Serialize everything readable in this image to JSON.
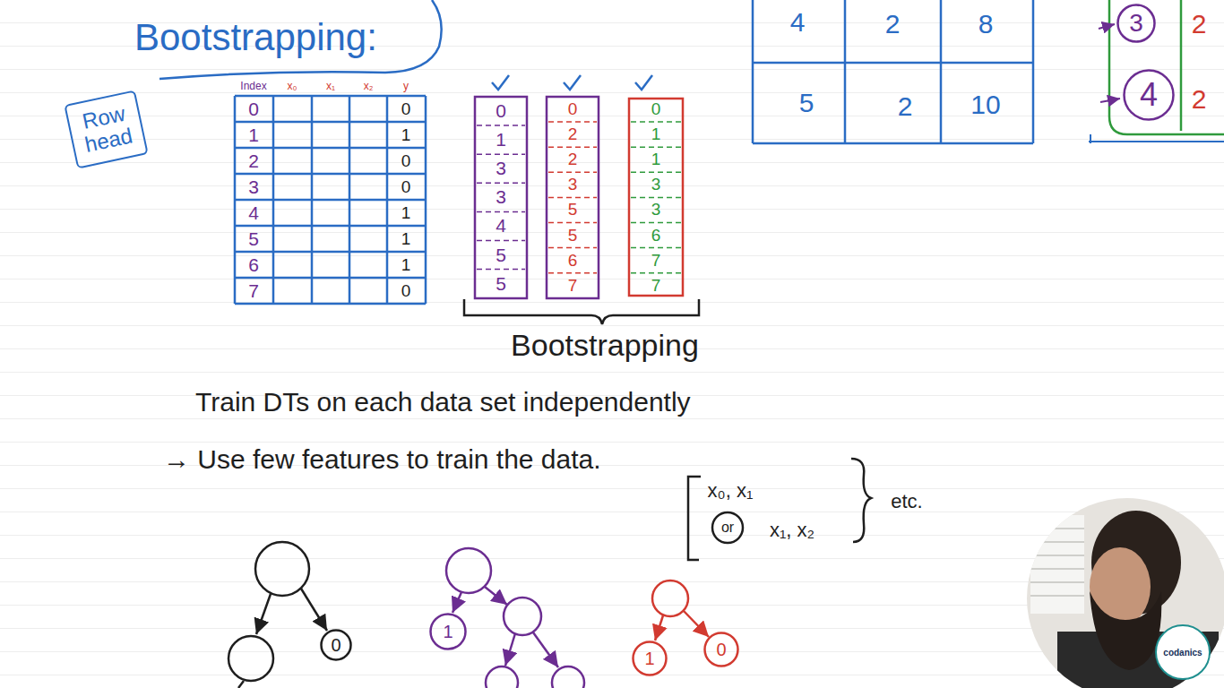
{
  "diagram": {
    "title": "Bootstrapping:",
    "nodes": [
      {
        "text": [
          "Row head"
        ]
      },
      {
        "text": [
          "0"
        ]
      },
      {
        "text": [
          "1"
        ]
      },
      {
        "text": [
          "1"
        ]
      },
      {
        "text": [
          "0"
        ]
      },
      {
        "text": [
          "3"
        ]
      },
      {
        "text": [
          "4"
        ]
      }
    ],
    "labels": [
      "Index",
      "x₀",
      "x₁",
      "x₂",
      "y",
      "0",
      "1",
      "2",
      "3",
      "4",
      "5",
      "6",
      "7",
      "0",
      "1",
      "0",
      "0",
      "1",
      "1",
      "1",
      "0",
      "0",
      "1",
      "3",
      "3",
      "4",
      "5",
      "5",
      "0",
      "2",
      "2",
      "3",
      "5",
      "5",
      "6",
      "7",
      "0",
      "1",
      "1",
      "3",
      "3",
      "6",
      "7",
      "7",
      "Bootstrapping",
      "Train DTs on each data set independently",
      "→ Use few features to train the data.",
      "x₀, x₁",
      "or",
      "x₁, x₂",
      "etc.",
      "4",
      "2",
      "8",
      "5",
      "2",
      "10",
      "2",
      "2",
      "codanics"
    ]
  }
}
